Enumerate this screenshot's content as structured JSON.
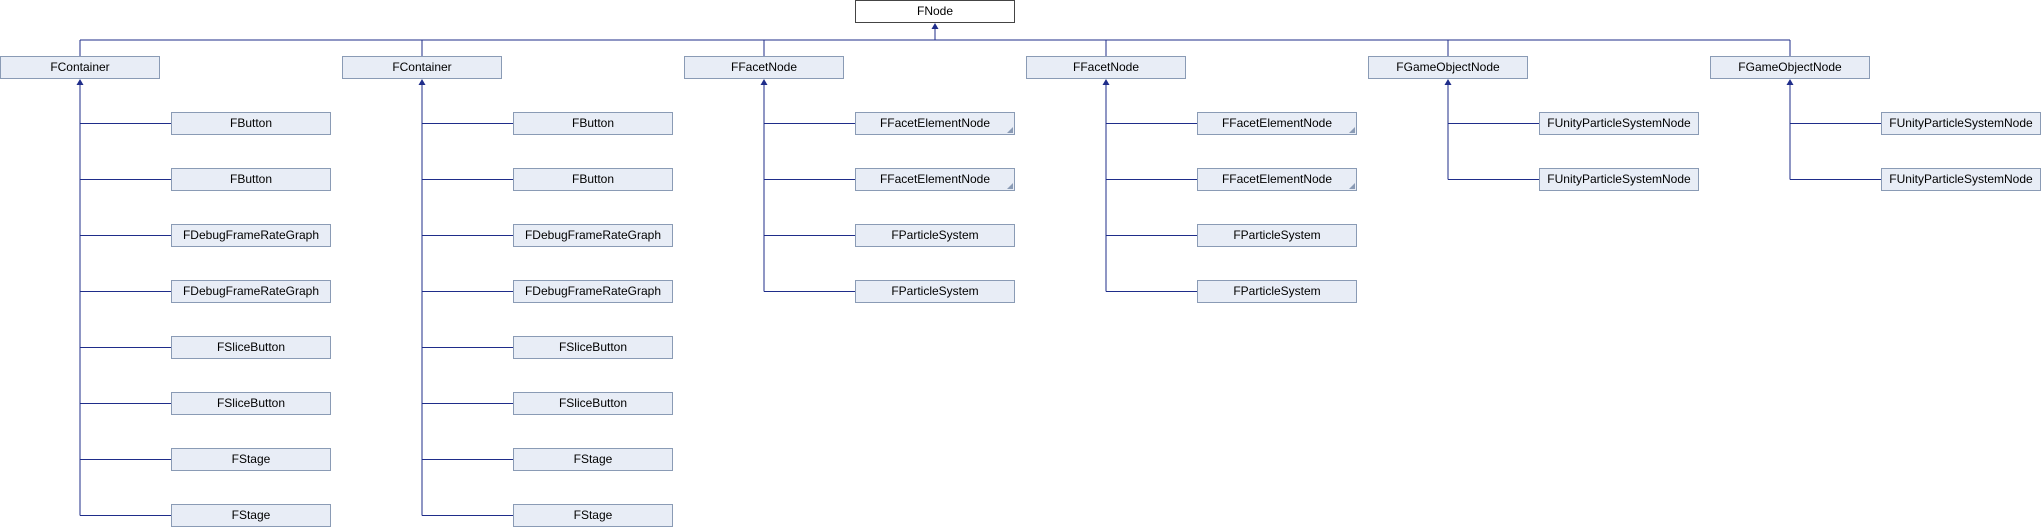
{
  "root": {
    "label": "FNode"
  },
  "columns": [
    {
      "parent": "FContainer",
      "children": [
        "FButton",
        "FButton",
        "FDebugFrameRateGraph",
        "FDebugFrameRateGraph",
        "FSliceButton",
        "FSliceButton",
        "FStage",
        "FStage"
      ],
      "folded": [
        false,
        false,
        false,
        false,
        false,
        false,
        false,
        false
      ]
    },
    {
      "parent": "FContainer",
      "children": [
        "FButton",
        "FButton",
        "FDebugFrameRateGraph",
        "FDebugFrameRateGraph",
        "FSliceButton",
        "FSliceButton",
        "FStage",
        "FStage"
      ],
      "folded": [
        false,
        false,
        false,
        false,
        false,
        false,
        false,
        false
      ]
    },
    {
      "parent": "FFacetNode",
      "children": [
        "FFacetElementNode",
        "FFacetElementNode",
        "FParticleSystem",
        "FParticleSystem"
      ],
      "folded": [
        true,
        true,
        false,
        false
      ]
    },
    {
      "parent": "FFacetNode",
      "children": [
        "FFacetElementNode",
        "FFacetElementNode",
        "FParticleSystem",
        "FParticleSystem"
      ],
      "folded": [
        true,
        true,
        false,
        false
      ]
    },
    {
      "parent": "FGameObjectNode",
      "children": [
        "FUnityParticleSystemNode",
        "FUnityParticleSystemNode"
      ],
      "folded": [
        false,
        false
      ]
    },
    {
      "parent": "FGameObjectNode",
      "children": [
        "FUnityParticleSystemNode",
        "FUnityParticleSystemNode"
      ],
      "folded": [
        false,
        false
      ]
    }
  ],
  "colors": {
    "edge": "#1f2d8a",
    "node_fill": "#e8edf6",
    "node_border": "#8a9bb5",
    "root_border": "#444444"
  }
}
